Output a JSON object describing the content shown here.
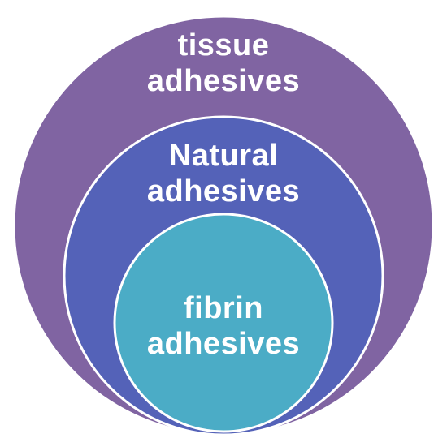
{
  "colors": {
    "outer": "#8064A2",
    "middle": "#5462B8",
    "inner": "#4BACC6",
    "stroke": "#ffffff"
  },
  "circles": {
    "outer": {
      "line1": "tissue",
      "line2": "adhesives"
    },
    "middle": {
      "line1": "Natural",
      "line2": "adhesives"
    },
    "inner": {
      "line1": "fibrin",
      "line2": "adhesives"
    }
  }
}
